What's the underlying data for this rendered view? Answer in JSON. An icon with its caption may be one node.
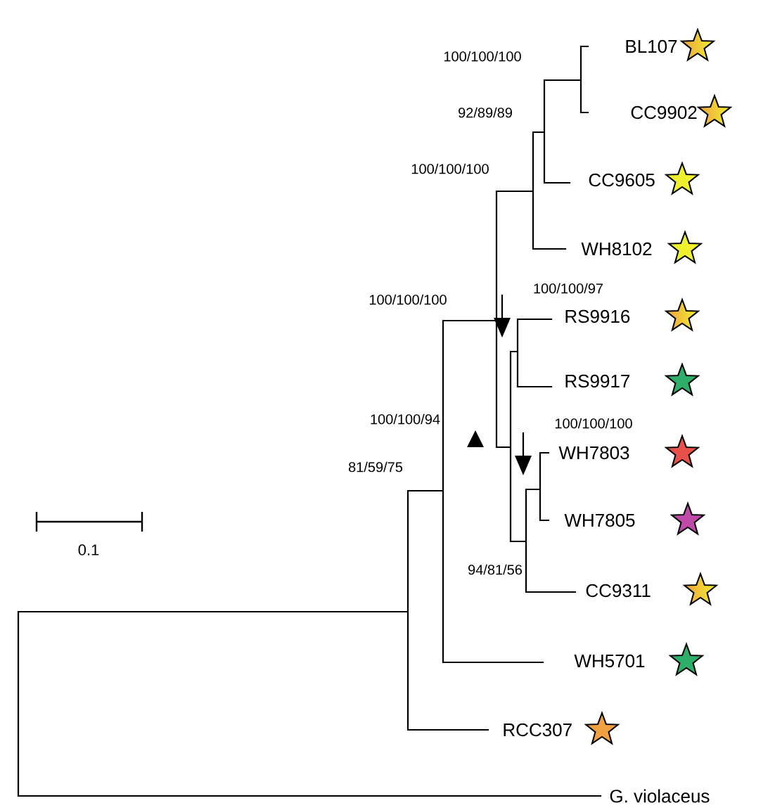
{
  "diagram": {
    "labels": [
      "BL107",
      "100/100/100",
      "92/89/89",
      "CC9902",
      "100/100/100",
      "CC9605",
      "WH8102",
      "100/100/97",
      "100/100/100",
      "RS9916",
      "RS9917",
      "100/100/94",
      "100/100/100",
      "WH7803",
      "81/59/75",
      "WH7805",
      "0.1",
      "94/81/56",
      "CC9311",
      "WH5701",
      "RCC307",
      "G. violaceus"
    ]
  }
}
